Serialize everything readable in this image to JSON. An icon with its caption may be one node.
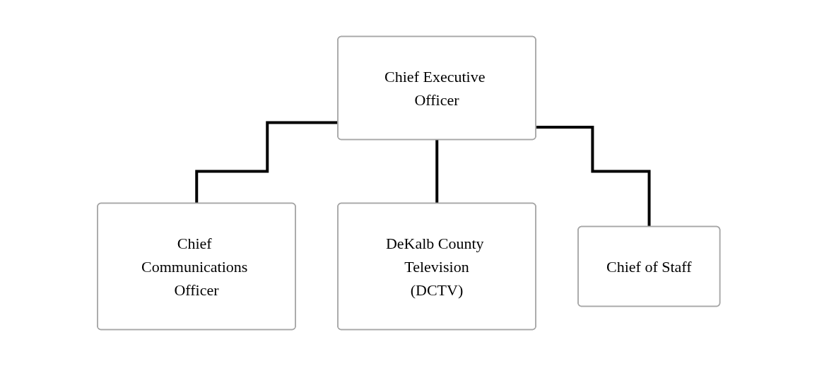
{
  "diagram": {
    "nodes": [
      {
        "text": [
          "Chief Executive Officer"
        ]
      },
      {
        "text": [
          "Chief Communications Officer"
        ]
      },
      {
        "text": [
          "DeKalb County Television",
          "(DCTV)"
        ]
      },
      {
        "text": [
          "Chief of Staff"
        ]
      }
    ],
    "edges": [
      {
        "from": 0,
        "to": 1,
        "arrow": "none"
      },
      {
        "from": 0,
        "to": 2,
        "arrow": "none"
      },
      {
        "from": 0,
        "to": 3,
        "arrow": "none"
      }
    ]
  }
}
